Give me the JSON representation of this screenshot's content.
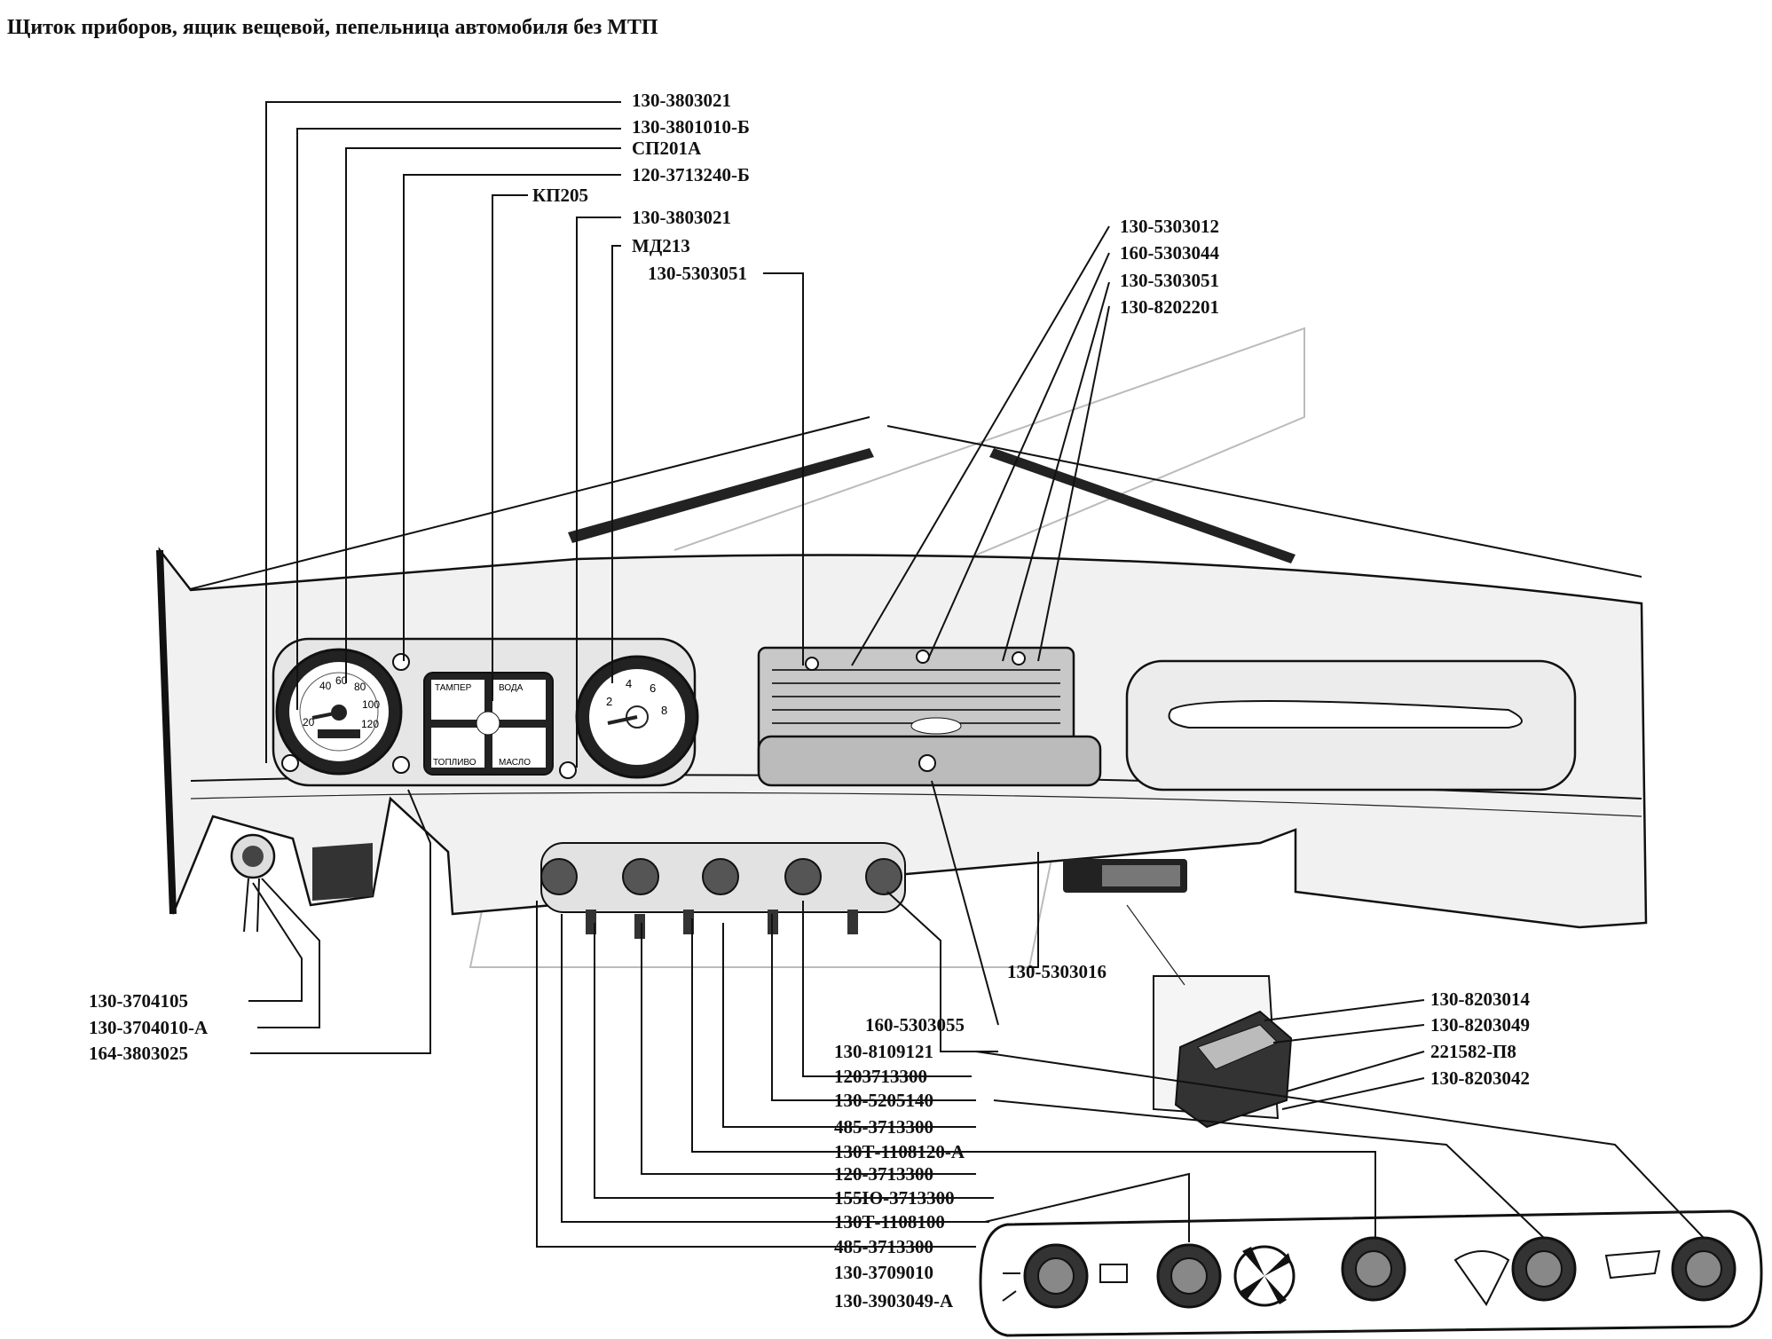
{
  "title": "Щиток приборов, ящик вещевой, пепельница автомобиля без МТП",
  "labels_top": [
    "130-3803021",
    "130-3801010-Б",
    "СП201А",
    "120-3713240-Б",
    "КП205",
    "130-3803021",
    "МД213",
    "130-5303051"
  ],
  "labels_top_right": [
    "130-5303012",
    "160-5303044",
    "130-5303051",
    "130-8202201"
  ],
  "labels_left": [
    "130-3704105",
    "130-3704010-А",
    "164-3803025"
  ],
  "labels_bottom": [
    "130-5303016",
    "160-5303055",
    "130-8109121",
    "1203713300",
    "130-5205140",
    "485-3713300",
    "130Т-1108120-А",
    "120-3713300",
    "155Ю-3713300",
    "130Т-1108100",
    "485-3713300",
    "130-3709010",
    "130-3903049-А"
  ],
  "labels_ashtray": [
    "130-8203014",
    "130-8203049",
    "221582-П8",
    "130-8203042"
  ],
  "gauge_labels": {
    "cluster_top_left": "ТАМПЕР",
    "cluster_top_right": "ВОДА",
    "cluster_bottom_left": "ТОПЛИВО",
    "cluster_bottom_right": "МАСЛО",
    "speed_marks": [
      "20",
      "40",
      "60",
      "80",
      "100",
      "120"
    ],
    "rpm_marks": [
      "2",
      "4",
      "6",
      "8"
    ]
  }
}
